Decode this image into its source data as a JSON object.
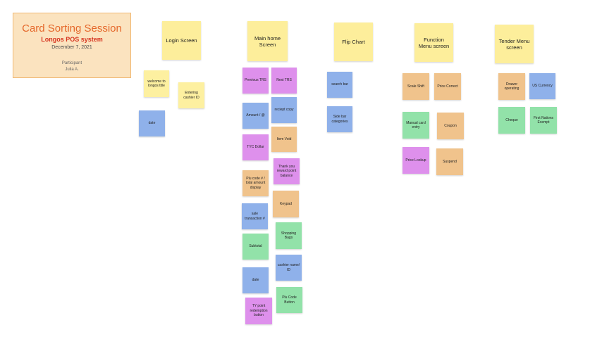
{
  "title_card": {
    "title": "Card Sorting Session",
    "subtitle": "Longos POS system",
    "date": "December 7, 2021",
    "participant_label": "Participant",
    "participant_name": "Julia A."
  },
  "headers": {
    "login": "Login Screen",
    "main_home": "Main home Screen",
    "flip_chart": "Flip Chart",
    "function_menu": "Function Menu screen",
    "tender_menu": "Tender Menu screen"
  },
  "notes": {
    "welcome": "welcome to longos title",
    "entering_cashier": "Entering cashier ID",
    "login_date": "date",
    "previous_trs": "Previous TRS",
    "next_trs": "Next TRS",
    "amount": "Amount / @",
    "reciept_copy": "reciept copy",
    "tyc_dollar": "TYC Dollar",
    "item_void": "Item Void",
    "plu_code_display": "Plu code # / total amount display",
    "thank_you": "Thank you reward point balance",
    "keypad": "Keypad",
    "sale_transaction": "sale transaction #",
    "shopping_bags": "Shopping Bags",
    "subtotal": "Subtotal",
    "cashier_name": "cashier name/ ID",
    "main_date": "date",
    "plu_code_button": "Plu Code Button",
    "ty_point": "TY point redemption button",
    "search_bar": "search bar",
    "side_bar_categories": "Side bar categories",
    "scale_shift": "Scale Shift",
    "price_correct": "Price Correct",
    "manual_card": "Manual card entry",
    "coupon": "Coupon",
    "price_lookup": "Price Lookup",
    "suspend": "Suspend",
    "drawer_operating": "Drawer operating",
    "us_currency": "US Currency",
    "cheque": "Cheque",
    "first_nations": "First Nations Exempt"
  },
  "colors": {
    "title_text": "#e5682b",
    "subtitle_text": "#d6341f",
    "header_note": "#fdee9b",
    "yellow_note": "#fdf0a0",
    "blue_note": "#8fb1ea",
    "purple_note": "#de90ec",
    "orange_note": "#f0c38c",
    "green_note": "#92e2a9"
  }
}
